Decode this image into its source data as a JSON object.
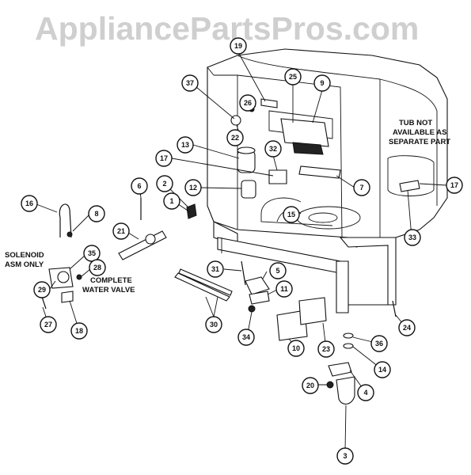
{
  "watermark": "AppliancePartsPros.com",
  "notes": {
    "tub_line1": "TUB NOT",
    "tub_line2": "AVAILABLE AS",
    "tub_line3": "SEPARATE PART",
    "solenoid_line1": "SOLENOID",
    "solenoid_line2": "ASM ONLY",
    "valve_line1": "COMPLETE",
    "valve_line2": "WATER VALVE"
  },
  "callouts": [
    "19",
    "25",
    "9",
    "37",
    "26",
    "22",
    "13",
    "32",
    "17",
    "7",
    "12",
    "2",
    "1",
    "6",
    "16",
    "8",
    "21",
    "15",
    "17",
    "33",
    "35",
    "29",
    "28",
    "31",
    "5",
    "11",
    "30",
    "34",
    "27",
    "18",
    "24",
    "10",
    "23",
    "36",
    "14",
    "20",
    "4",
    "3"
  ]
}
